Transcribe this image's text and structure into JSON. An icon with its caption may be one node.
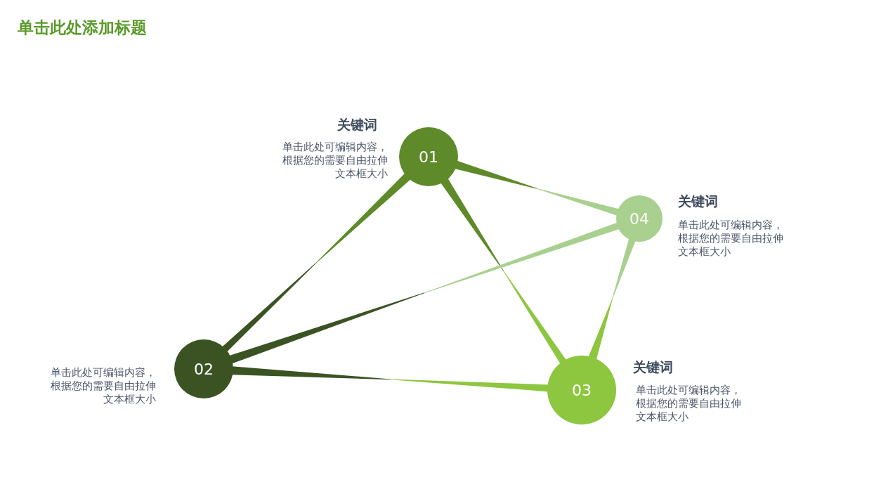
{
  "diagram": {
    "title": "单击此处添加标题",
    "nodes": [
      {
        "text": [
          "01"
        ],
        "beside": [
          "关键词",
          "单击此处可编辑内容，根据您的需要自由拉伸文本框大小"
        ]
      },
      {
        "text": [
          "02"
        ],
        "beside": [
          "单击此处可编辑内容，根据您的需要自由拉伸文本框大小"
        ]
      },
      {
        "text": [
          "03"
        ],
        "beside": [
          "关键词",
          "单击此处可编辑内容，根据您的需要自由拉伸文本框大小"
        ]
      },
      {
        "text": [
          "04"
        ],
        "beside": [
          "关键词",
          "单击此处可编辑内容，根据您的需要自由拉伸文本框大小"
        ]
      }
    ],
    "edges": [
      {
        "from": 0,
        "to": 1,
        "arrow": "none"
      },
      {
        "from": 0,
        "to": 3,
        "arrow": "none"
      },
      {
        "from": 0,
        "to": 2,
        "arrow": "none"
      },
      {
        "from": 1,
        "to": 3,
        "arrow": "none"
      },
      {
        "from": 1,
        "to": 2,
        "arrow": "none"
      },
      {
        "from": 2,
        "to": 3,
        "arrow": "none"
      }
    ]
  }
}
